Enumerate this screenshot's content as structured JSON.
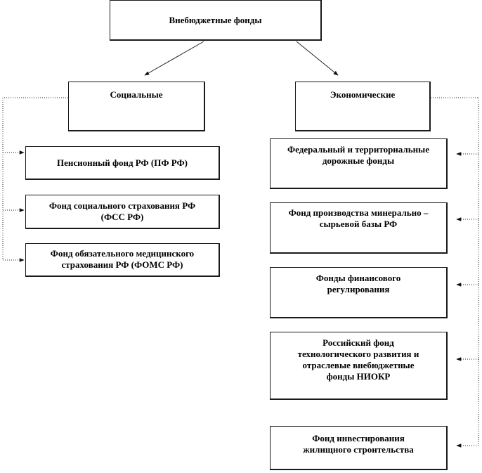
{
  "diagram": {
    "root": "Внебюджетные фонды",
    "social": {
      "title": "Социальные",
      "funds": [
        [
          "Пенсионный фонд РФ (ПФ РФ)"
        ],
        [
          "Фонд социального страхования РФ",
          "(ФСС РФ)"
        ],
        [
          "Фонд обязательного медицинского",
          "страхования РФ (ФОМС РФ)"
        ]
      ]
    },
    "economic": {
      "title": "Экономические",
      "funds": [
        [
          "Федеральный и территориальные",
          "дорожные фонды"
        ],
        [
          "Фонд производства минерально –",
          "сырьевой базы РФ"
        ],
        [
          "Фонды финансового",
          "регулирования"
        ],
        [
          "Российский фонд",
          "технологического развития и",
          "отраслевые внебюджетные",
          "фонды НИОКР"
        ],
        [
          "Фонд инвестирования",
          "жилищного строительства"
        ]
      ]
    }
  }
}
